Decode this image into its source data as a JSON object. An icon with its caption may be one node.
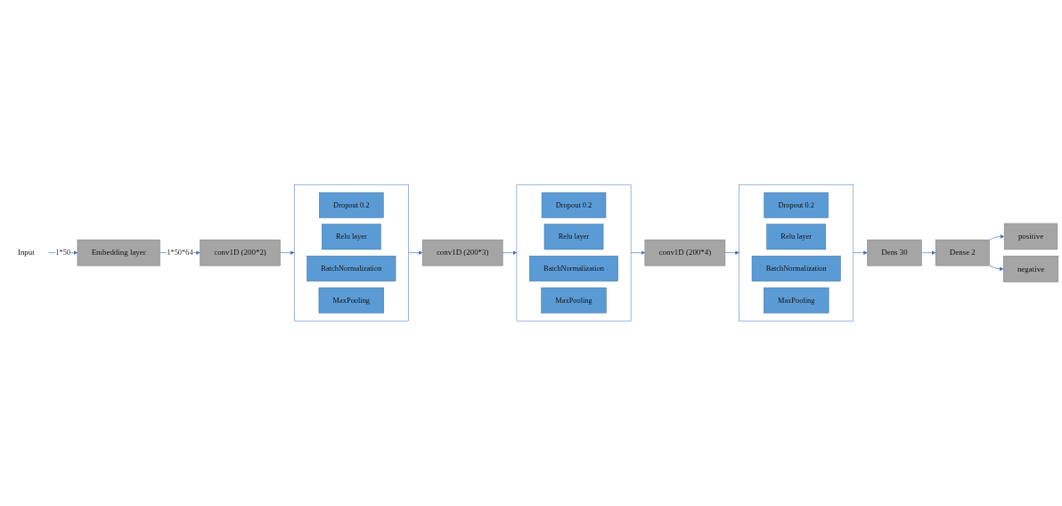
{
  "diagram": {
    "nodes": [
      {
        "text": [
          "Input"
        ]
      },
      {
        "text": [
          "Embedding layer"
        ]
      },
      {
        "text": [
          "conv1D (200*2)"
        ]
      },
      {
        "text": [],
        "shape": "box"
      },
      {
        "text": [
          "Dropout 0.2"
        ],
        "in": 3
      },
      {
        "text": [
          "Relu layer"
        ],
        "in": 3
      },
      {
        "text": [
          "BatchNormalization"
        ],
        "in": 3
      },
      {
        "text": [
          "MaxPooling"
        ],
        "in": 3
      },
      {
        "text": [
          "conv1D (200*3)"
        ]
      },
      {
        "text": [],
        "shape": "box"
      },
      {
        "text": [
          "Dropout 0.2"
        ],
        "in": 9
      },
      {
        "text": [
          "Relu layer"
        ],
        "in": 9
      },
      {
        "text": [
          "BatchNormalization"
        ],
        "in": 9
      },
      {
        "text": [
          "MaxPooling"
        ],
        "in": 9
      },
      {
        "text": [
          "conv1D (200*4)"
        ]
      },
      {
        "text": [],
        "shape": "box"
      },
      {
        "text": [
          "Dropout 0.2"
        ],
        "in": 15
      },
      {
        "text": [
          "Relu layer"
        ],
        "in": 15
      },
      {
        "text": [
          "BatchNormalization"
        ],
        "in": 15
      },
      {
        "text": [
          "MaxPooling"
        ],
        "in": 15
      },
      {
        "text": [
          "Dens 30"
        ]
      },
      {
        "text": [
          "Dense 2"
        ]
      },
      {
        "text": [
          "positive"
        ]
      },
      {
        "text": [
          "negative"
        ]
      }
    ],
    "edges": [
      {
        "from": 0,
        "to": 1,
        "arrow": "to",
        "label": "1*50"
      },
      {
        "from": 1,
        "to": 2,
        "arrow": "to",
        "label": "1*50*64"
      },
      {
        "from": 2,
        "to": 3,
        "arrow": "to"
      },
      {
        "from": 3,
        "to": 8,
        "arrow": "to"
      },
      {
        "from": 8,
        "to": 9,
        "arrow": "to"
      },
      {
        "from": 9,
        "to": 14,
        "arrow": "to"
      },
      {
        "from": 14,
        "to": 15,
        "arrow": "to"
      },
      {
        "from": 15,
        "to": 20,
        "arrow": "to"
      },
      {
        "from": 20,
        "to": 21,
        "arrow": "to"
      },
      {
        "from": 21,
        "to": 22,
        "arrow": "to"
      },
      {
        "from": 21,
        "to": 23,
        "arrow": "to"
      }
    ]
  }
}
